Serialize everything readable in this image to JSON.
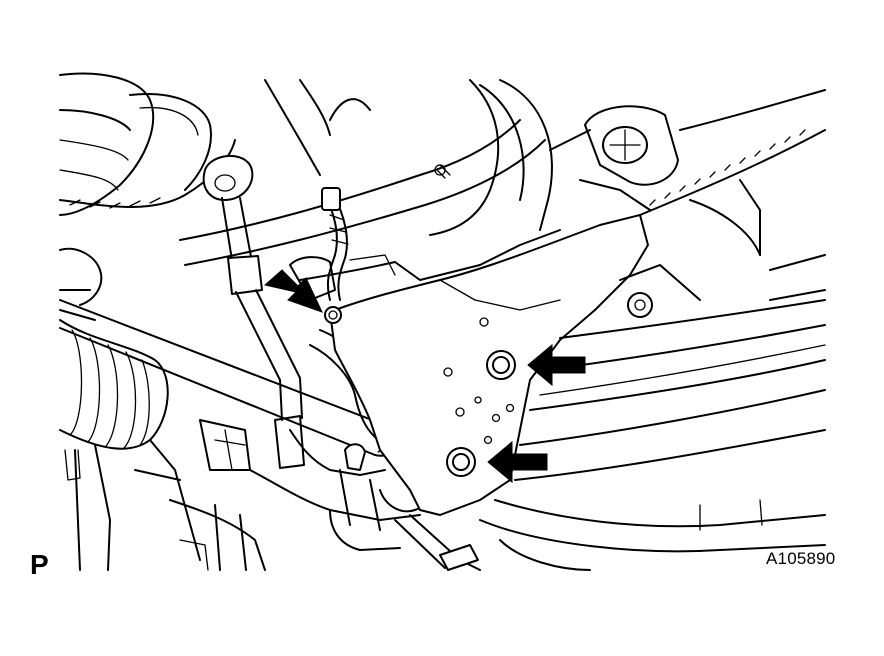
{
  "figure": {
    "view_label": "P",
    "figure_id": "A105890"
  },
  "callouts": [
    {
      "name": "arrow-upper-bolt",
      "direction": "down-right"
    },
    {
      "name": "arrow-mount-bolt-upper",
      "direction": "left"
    },
    {
      "name": "arrow-mount-bolt-lower",
      "direction": "left"
    }
  ],
  "colors": {
    "line": "#000000",
    "background": "#ffffff"
  }
}
